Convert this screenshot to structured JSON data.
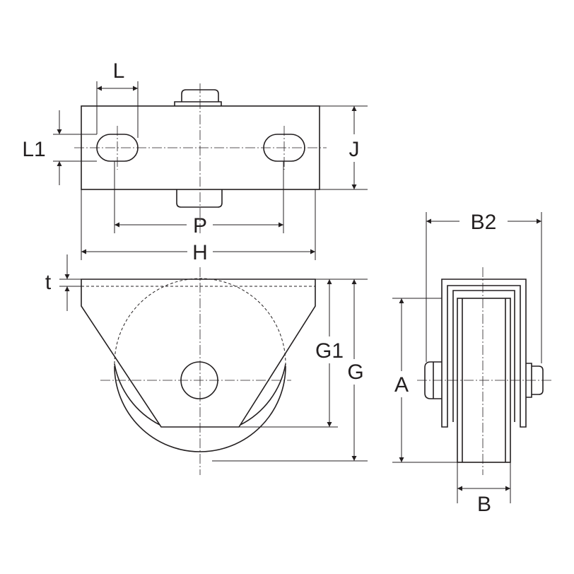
{
  "labels": {
    "L": "L",
    "L1": "L1",
    "J": "J",
    "P": "P",
    "H": "H",
    "t": "t",
    "G1": "G1",
    "G": "G",
    "B2": "B2",
    "A": "A",
    "B": "B"
  }
}
